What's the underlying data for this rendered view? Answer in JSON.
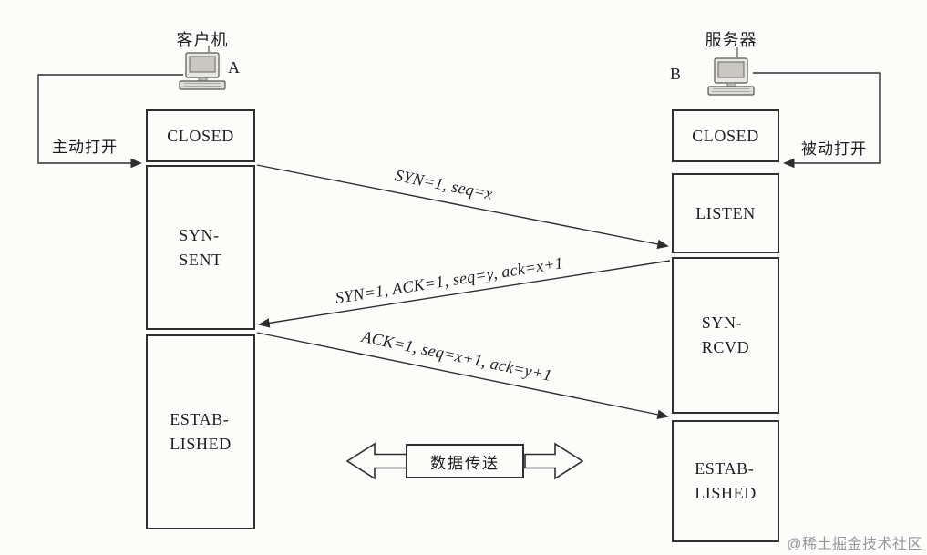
{
  "client": {
    "title": "客户机",
    "node_label": "A",
    "open_annotation": "主动打开",
    "states": [
      {
        "name": "closed",
        "label": "CLOSED"
      },
      {
        "name": "syn-sent",
        "label": "SYN-\nSENT"
      },
      {
        "name": "established",
        "label": "ESTAB-\nLISHED"
      }
    ]
  },
  "server": {
    "title": "服务器",
    "node_label": "B",
    "open_annotation": "被动打开",
    "states": [
      {
        "name": "closed",
        "label": "CLOSED"
      },
      {
        "name": "listen",
        "label": "LISTEN"
      },
      {
        "name": "syn-rcvd",
        "label": "SYN-\nRCVD"
      },
      {
        "name": "established",
        "label": "ESTAB-\nLISHED"
      }
    ]
  },
  "handshake_messages": [
    {
      "order": 1,
      "from": "client",
      "to": "server",
      "label": "SYN=1, seq=x"
    },
    {
      "order": 2,
      "from": "server",
      "to": "client",
      "label": "SYN=1, ACK=1, seq=y, ack=x+1"
    },
    {
      "order": 3,
      "from": "client",
      "to": "server",
      "label": "ACK=1, seq=x+1, ack=y+1"
    }
  ],
  "data_transfer": {
    "label": "数据传送"
  },
  "watermark": "@稀土掘金技术社区",
  "colors": {
    "line": "#2f2f2f",
    "background": "#fcfcfa",
    "watermark": "#979797"
  }
}
